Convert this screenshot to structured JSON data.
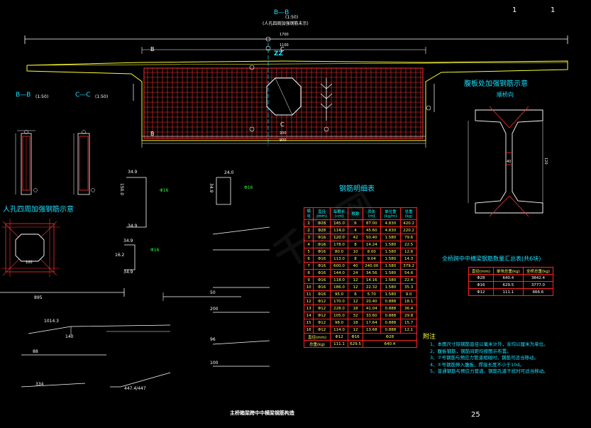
{
  "page_marks": {
    "top_right_1": "1",
    "top_right_2": "1"
  },
  "main_section": {
    "title": "B—B",
    "scale": "(1:50)",
    "subtitle": "(人孔四周加强钢筋未示)",
    "overall_dim": "1700",
    "sub_dim": "1100",
    "label_z": "ZZ",
    "mark_b_left": "B",
    "mark_c_top": "C",
    "mark_b_bottom": "B",
    "mark_c_bottom": "C",
    "dim_bottom_1": "200",
    "dim_bottom_2": "900"
  },
  "section_bb": {
    "title": "B—B",
    "scale": "(1:50)"
  },
  "section_cc": {
    "title": "C—C",
    "scale": "(1:50)"
  },
  "manhole_title": "人孔四周加强钢筋示意",
  "manhole_dim": "100",
  "web_detail": {
    "title": "腹板处加强钢筋示意",
    "subtitle": "顺桥向",
    "dim": "40",
    "dim2": "120"
  },
  "rebar_table": {
    "title": "钢筋明细表",
    "headers": [
      "编号",
      "直径(mm)",
      "每根长(cm)",
      "根数",
      "共长(m)",
      "单位重(kg/m)",
      "总重(kg)"
    ],
    "rows": [
      [
        "1",
        "Φ28",
        "145.0",
        "6",
        "87.00",
        "4.830",
        "420.2"
      ],
      [
        "2",
        "Φ28",
        "114.0",
        "4",
        "45.60",
        "4.830",
        "220.2"
      ],
      [
        "3",
        "Φ16",
        "120.0",
        "42",
        "50.40",
        "1.580",
        "79.6"
      ],
      [
        "4",
        "Φ16",
        "178.0",
        "8",
        "14.24",
        "1.580",
        "22.5"
      ],
      [
        "5",
        "Φ16",
        "80.0",
        "10",
        "8.00",
        "1.580",
        "12.6"
      ],
      [
        "6",
        "Φ16",
        "113.0",
        "8",
        "9.04",
        "1.580",
        "14.3"
      ],
      [
        "7",
        "Φ16",
        "600.0",
        "40",
        "240.00",
        "1.580",
        "379.2"
      ],
      [
        "8",
        "Φ16",
        "144.0",
        "24",
        "34.56",
        "1.580",
        "54.6"
      ],
      [
        "9",
        "Φ16",
        "118.0",
        "12",
        "14.16",
        "1.580",
        "22.4"
      ],
      [
        "10",
        "Φ16",
        "186.0",
        "12",
        "22.32",
        "1.580",
        "35.3"
      ],
      [
        "11",
        "Φ16",
        "95.0",
        "6",
        "5.70",
        "1.580",
        "9.0"
      ],
      [
        "12",
        "Φ12",
        "170.0",
        "12",
        "20.40",
        "0.888",
        "18.1"
      ],
      [
        "13",
        "Φ12",
        "228.0",
        "18",
        "41.04",
        "0.888",
        "36.4"
      ],
      [
        "14",
        "Φ12",
        "105.0",
        "32",
        "33.60",
        "0.888",
        "29.8"
      ],
      [
        "15",
        "Φ12",
        "98.0",
        "18",
        "17.64",
        "0.888",
        "15.7"
      ],
      [
        "16",
        "Φ12",
        "114.0",
        "12",
        "13.68",
        "0.888",
        "12.1"
      ]
    ],
    "footer_headers": [
      "直径(mm)",
      "Φ12",
      "Φ16",
      "Φ28"
    ],
    "footer_row": [
      "总重(kg)",
      "111.1",
      "629.5",
      "640.4"
    ]
  },
  "summary_table": {
    "title": "全桥跨中中横梁钢筋数量汇总表(共6块)",
    "headers": [
      "直径(mm)",
      "单块总重(kg)",
      "全桥总重(kg)"
    ],
    "rows": [
      [
        "Φ28",
        "640.4",
        "3842.4"
      ],
      [
        "Φ16",
        "629.5",
        "3777.0"
      ],
      [
        "Φ12",
        "111.1",
        "666.6"
      ]
    ]
  },
  "notes": {
    "title": "附注",
    "lines": [
      "1、本图尺寸除钢筋直径以毫米计外，余均以厘米为单位。",
      "2、腹板钢筋，钢筋间距均按图示布置。",
      "3、⑦号钢筋与预应力管道相碰时，钢筋可适当移动。",
      "4、①号钢筋伸入腹板，焊接长度不小于10d。",
      "5、普通钢筋与预应力管道、钢筋孔道干扰时可适当移动。"
    ]
  },
  "rebar_details": {
    "d1_top": "34.9",
    "d1_left": "150.0",
    "d1_bottom": "34.9",
    "d1_mark": "Φ16",
    "d2_top": "24.0",
    "d2_left": "34.9",
    "d2_mark": "Φ16",
    "d3_top": "34.9",
    "d3_side": "16.2",
    "d3_bottom": "34.9",
    "d3_mark": "Φ16",
    "straight_895": "895",
    "slope_1": "1014.3",
    "len_140": "140",
    "len_88": "88",
    "len_334": "334",
    "len_447": "447.4/447",
    "len_50": "50",
    "len_96": "96",
    "len_100": "100",
    "len_200": "200"
  },
  "drawing_title": "主桥箱梁跨中中横梁钢筋构造",
  "page_number": "25",
  "watermark": "千图网"
}
